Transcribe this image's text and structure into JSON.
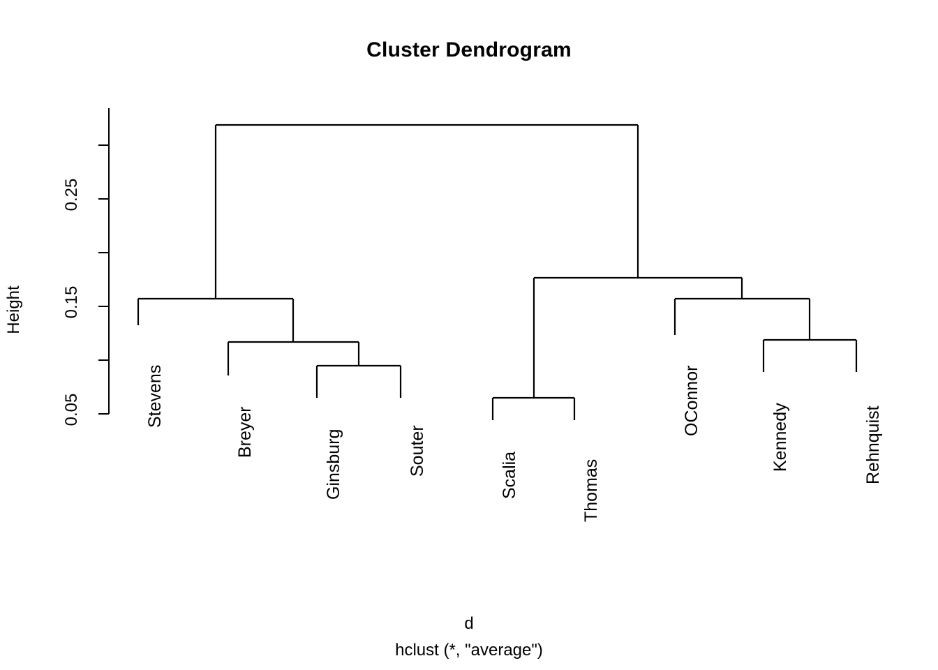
{
  "chart_data": {
    "type": "dendrogram",
    "title": "Cluster Dendrogram",
    "xlabel": "d",
    "xlabel_sub": "hclust (*, \"average\")",
    "ylabel": "Height",
    "grid": false,
    "legend": "none",
    "axis": {
      "ylim": [
        0.032,
        0.335
      ],
      "tick_values": [
        0.05,
        0.1,
        0.15,
        0.2,
        0.25,
        0.3
      ],
      "tick_labels": [
        "0.05",
        "",
        "0.15",
        "",
        "0.25",
        ""
      ],
      "labelled_ticks": [
        "0.05",
        "0.15",
        "0.25"
      ]
    },
    "leaves": [
      {
        "label": "Stevens",
        "order": 1
      },
      {
        "label": "Breyer",
        "order": 2
      },
      {
        "label": "Ginsburg",
        "order": 3
      },
      {
        "label": "Souter",
        "order": 4
      },
      {
        "label": "Scalia",
        "order": 5
      },
      {
        "label": "Thomas",
        "order": 6
      },
      {
        "label": "OConnor",
        "order": 7
      },
      {
        "label": "Kennedy",
        "order": 8
      },
      {
        "label": "Rehnquist",
        "order": 9
      }
    ],
    "merges": [
      {
        "id": "m1",
        "members": [
          "Ginsburg",
          "Souter"
        ],
        "height": 0.096
      },
      {
        "id": "m2",
        "members": [
          "Breyer",
          "Ginsburg",
          "Souter"
        ],
        "height": 0.118
      },
      {
        "id": "m3",
        "members": [
          "Stevens",
          "Breyer",
          "Ginsburg",
          "Souter"
        ],
        "height": 0.158
      },
      {
        "id": "m4",
        "members": [
          "Scalia",
          "Thomas"
        ],
        "height": 0.065
      },
      {
        "id": "m5",
        "members": [
          "Kennedy",
          "Rehnquist"
        ],
        "height": 0.122
      },
      {
        "id": "m6",
        "members": [
          "OConnor",
          "Kennedy",
          "Rehnquist"
        ],
        "height": 0.158
      },
      {
        "id": "m7",
        "members": [
          "Scalia",
          "Thomas",
          "OConnor",
          "Kennedy",
          "Rehnquist"
        ],
        "height": 0.176
      },
      {
        "id": "m8",
        "members": [
          "Stevens",
          "Breyer",
          "Ginsburg",
          "Souter",
          "Scalia",
          "Thomas",
          "OConnor",
          "Kennedy",
          "Rehnquist"
        ],
        "height": 0.32
      }
    ],
    "line_color": "#000000",
    "background_color": "#ffffff"
  }
}
